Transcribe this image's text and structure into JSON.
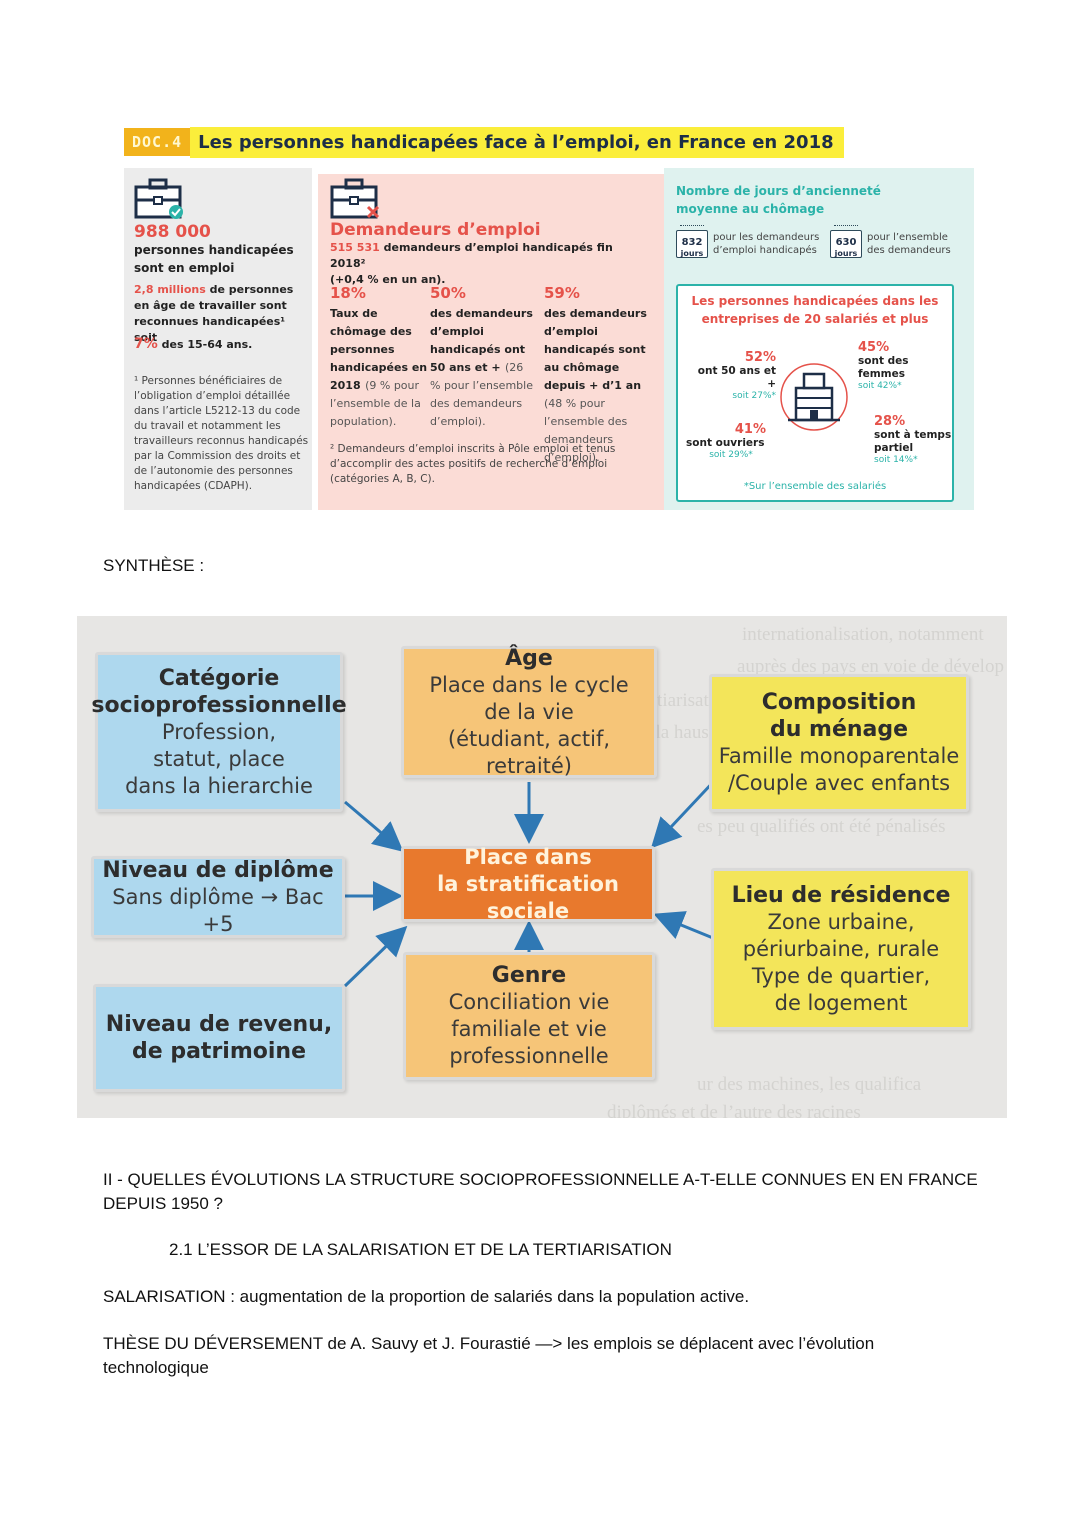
{
  "doc4": {
    "tag": "DOC.4",
    "title": "Les personnes handicapées face à l’emploi, en France en 2018",
    "col1": {
      "big_number": "988 000",
      "line1": "personnes handicapées",
      "line2": "sont en emploi",
      "millions": "2,8 millions",
      "line3": "de personnes",
      "line4": "en âge de travailler sont",
      "line5": "reconnues handicapées¹ soit",
      "pct": "7%",
      "line6": "des 15-64 ans.",
      "footnote": "¹ Personnes bénéficiaires de l’obligation d’emploi détaillée dans l’article L5212-13 du code du travail et notamment les travailleurs reconnus handicapés par la Commission des droits et de l’autonomie des personnes handicapées (CDAPH)."
    },
    "col2": {
      "title": "Demandeurs d’emploi",
      "sub_number": "515 531",
      "sub_text": "demandeurs d’emploi handicapés fin 2018²",
      "sub_text2": "(+0,4 % en un an).",
      "stats": [
        {
          "pct": "18%",
          "label": "Taux de chômage des personnes handicapées en 2018",
          "paren": "(9 % pour l’ensemble de la population)."
        },
        {
          "pct": "50%",
          "label": "des demandeurs d’emploi handicapés ont 50 ans et +",
          "paren": "(26 % pour l’ensemble des demandeurs d’emploi)."
        },
        {
          "pct": "59%",
          "label": "des demandeurs d’emploi handicapés sont au chômage depuis + d’1 an",
          "paren": "(48 % pour l’ensemble des demandeurs d’emploi)."
        }
      ],
      "footnote": "² Demandeurs d’emploi inscrits à Pôle emploi et tenus d’accomplir des actes positifs de recherche d’emploi (catégories A, B, C)."
    },
    "col3": {
      "title": "Nombre de jours d’ancienneté moyenne au chômage",
      "cal1_num": "832",
      "cal1_unit": "jours",
      "cal1_text": "pour les demandeurs d’emploi handicapés",
      "cal2_num": "630",
      "cal2_unit": "jours",
      "cal2_text": "pour l’ensemble des demandeurs",
      "firm_title": "Les personnes handicapées dans les entreprises de 20 salariés et plus",
      "firm_stats": [
        {
          "pct": "52%",
          "label": "ont 50 ans et +",
          "sub": "soit 27%*"
        },
        {
          "pct": "45%",
          "label": "sont des femmes",
          "sub": "soit 42%*"
        },
        {
          "pct": "41%",
          "label": "sont ouvriers",
          "sub": "soit 29%*"
        },
        {
          "pct": "28%",
          "label": "sont à temps partiel",
          "sub": "soit 14%*"
        }
      ],
      "firm_foot": "*Sur l’ensemble des salariés"
    }
  },
  "synthese": "SYNTHÈSE :",
  "diagram": {
    "center": [
      "Place dans",
      "la stratification sociale"
    ],
    "csp": {
      "title": [
        "Catégorie",
        "socioprofessionnelle"
      ],
      "body": [
        "Profession,",
        "statut, place",
        "dans la hierarchie"
      ]
    },
    "age": {
      "title": "Âge",
      "body": [
        "Place dans le cycle",
        "de la vie",
        "(étudiant, actif, retraité)"
      ]
    },
    "menage": {
      "title": [
        "Composition",
        "du ménage"
      ],
      "body": [
        "Famille monoparentale",
        "/Couple avec enfants"
      ]
    },
    "diplome": {
      "title": "Niveau de diplôme",
      "body": "Sans diplôme → Bac +5"
    },
    "residence": {
      "title": "Lieu de résidence",
      "body": [
        "Zone urbaine,",
        "périurbaine, rurale",
        "Type de quartier,",
        "de logement"
      ]
    },
    "revenu": {
      "title": [
        "Niveau de revenu,",
        "de patrimoine"
      ]
    },
    "genre": {
      "title": "Genre",
      "body": [
        "Conciliation vie",
        "familiale et vie",
        "professionnelle"
      ]
    }
  },
  "section2": {
    "heading_line1": "II - QUELLES ÉVOLUTIONS LA STRUCTURE SOCIOPROFESSIONNELLE A-T-ELLE CONNUES EN EN FRANCE",
    "heading_line2": "DEPUIS 1950 ?",
    "subheading": "2.1 L’ESSOR DE LA SALARISATION ET DE LA TERTIARISATION",
    "salarisation": "SALARISATION : augmentation de la proportion de salariés dans la population active.",
    "these_line1": "THÈSE DU DÉVERSEMENT de A. Sauvy et J. Fourastié —> les emplois se déplacent avec l’évolution",
    "these_line2": "technologique"
  },
  "colors": {
    "red": "#e5524a",
    "teal": "#2bb3a9",
    "yellow": "#fbee3b",
    "orange_center": "#e8792d"
  }
}
